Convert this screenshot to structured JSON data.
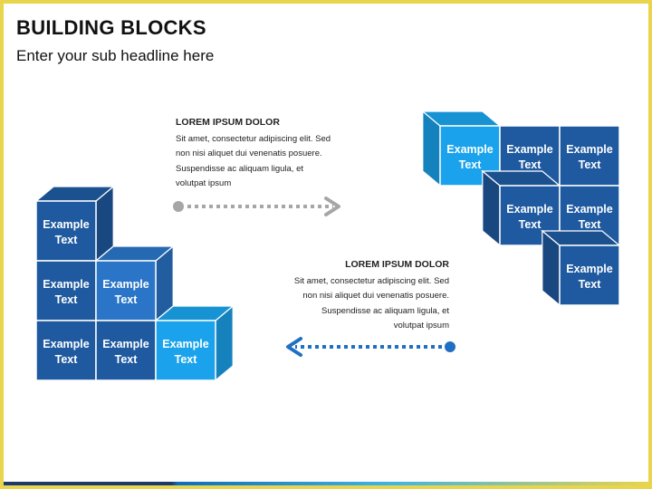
{
  "title": "BUILDING BLOCKS",
  "subtitle": "Enter your sub headline here",
  "text_top": {
    "heading": "LOREM IPSUM DOLOR",
    "lines": [
      "Sit amet, consectetur adipiscing elit. Sed",
      "non nisi aliquet dui venenatis posuere.",
      "Suspendisse ac aliquam ligula, et",
      "volutpat ipsum"
    ]
  },
  "text_bottom": {
    "heading": "LOREM IPSUM DOLOR",
    "lines": [
      "Sit amet, consectetur adipiscing elit. Sed",
      "non nisi aliquet dui venenatis posuere.",
      "Suspendisse ac aliquam ligula, et",
      "volutpat ipsum"
    ]
  },
  "block_label": [
    "Example",
    "Text"
  ],
  "colors": {
    "dark_blue": "#1f5aa0",
    "mid_blue": "#2a75c7",
    "light_blue": "#1aa3ec",
    "arrow_gray": "#a6a6a6",
    "arrow_blue": "#1f6fc2",
    "frame": "#e8d44d"
  },
  "icons": [
    "arrow-right-icon",
    "arrow-left-icon"
  ]
}
